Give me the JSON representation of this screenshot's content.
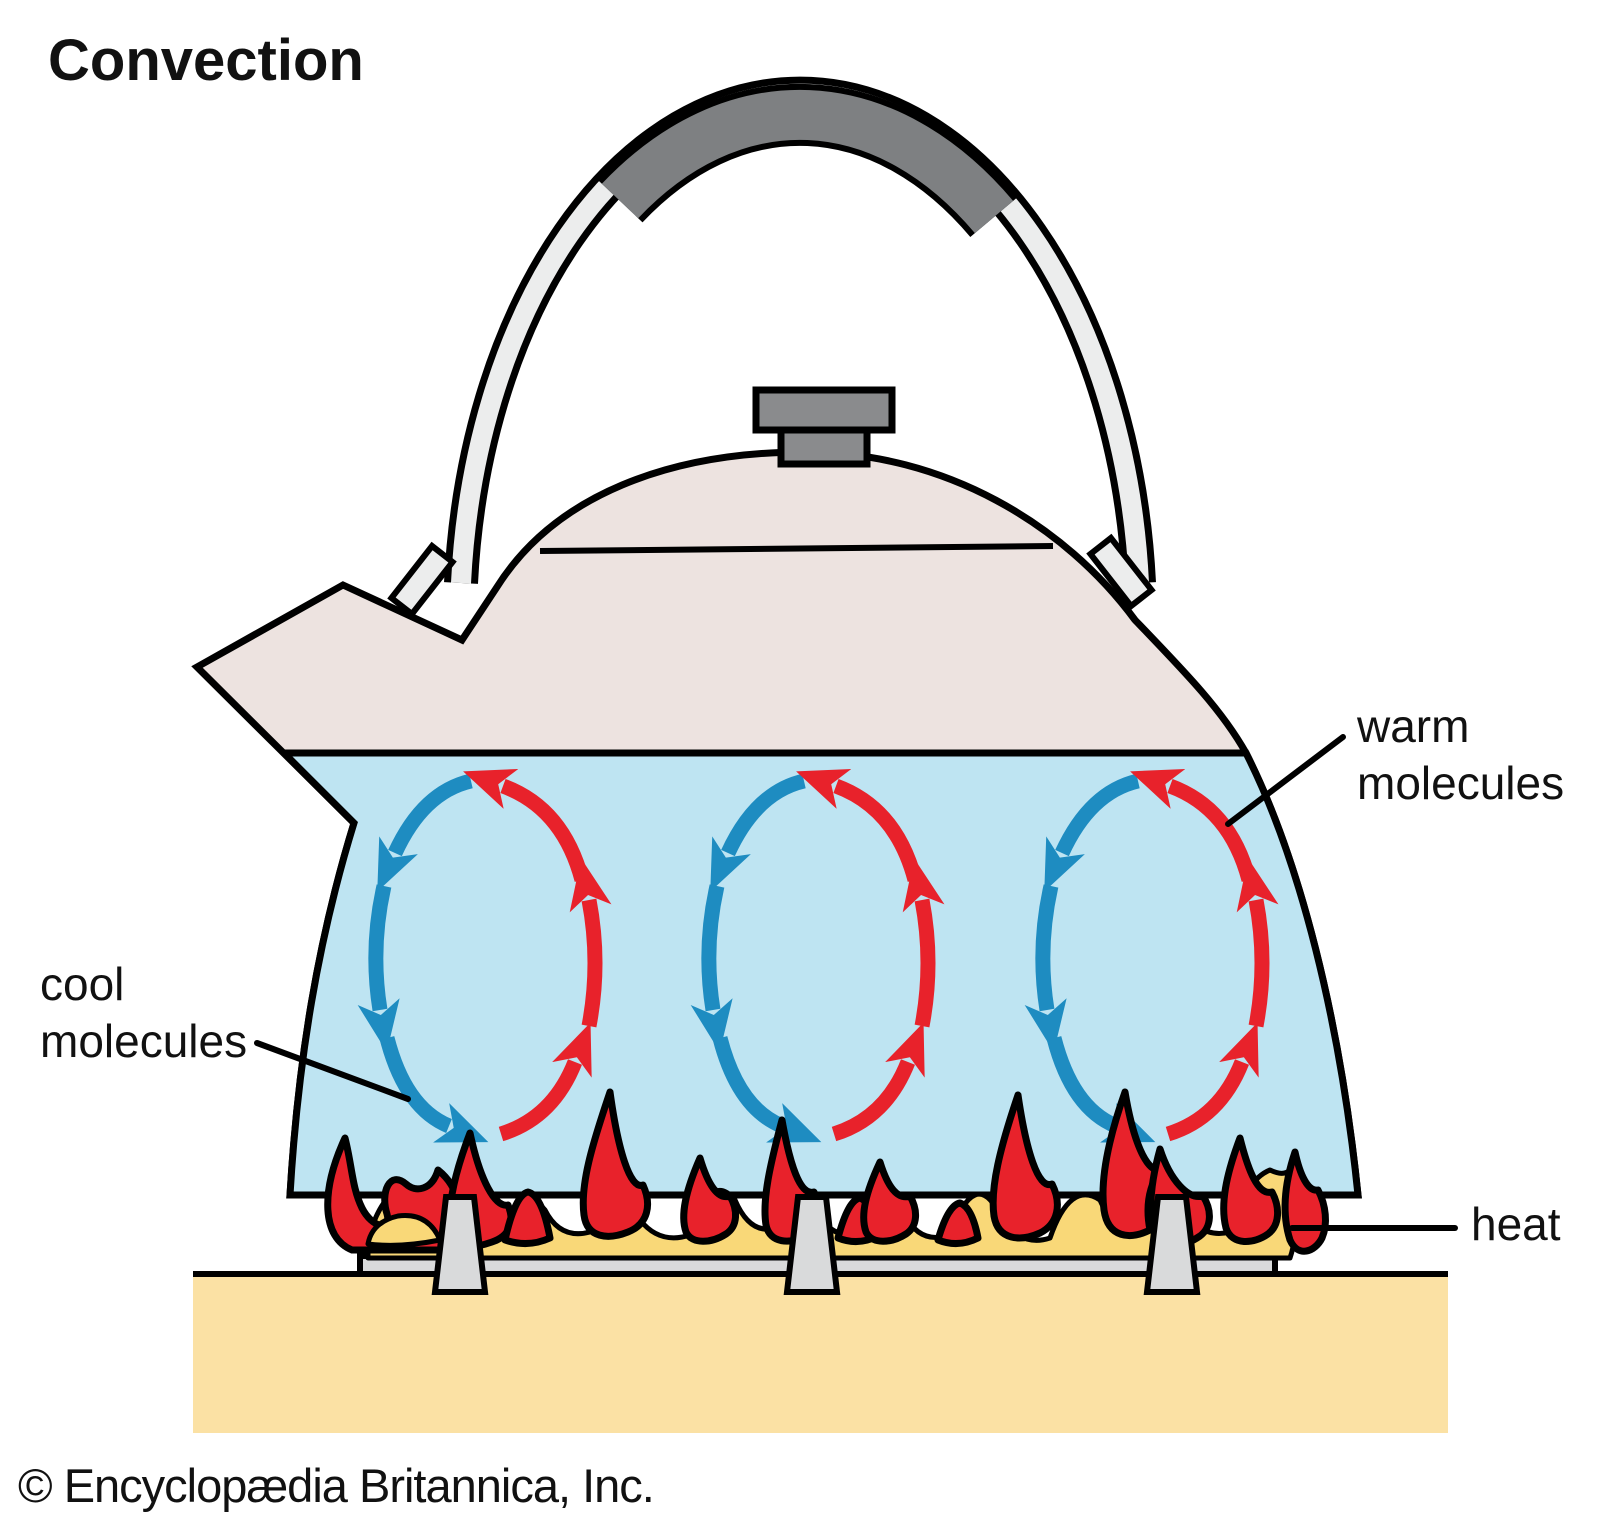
{
  "title": "Convection",
  "labels": {
    "warm_line1": "warm",
    "warm_line2": "molecules",
    "cool_line1": "cool",
    "cool_line2": "molecules",
    "heat": "heat"
  },
  "copyright": "© Encyclopædia Britannica, Inc.",
  "diagram": {
    "type": "convection-in-kettle",
    "convection_cells": 3,
    "cool_molecule_flow": "down",
    "warm_molecule_flow": "up"
  },
  "colors": {
    "water": "#BEE4F2",
    "kettle_body": "#EDE3E0",
    "cool_arrow": "#1E8CC1",
    "warm_arrow": "#E8222B",
    "flame_red": "#E8222B",
    "flame_yellow": "#F9D878",
    "countertop": "#FBE1A4",
    "handle_light": "#ECEDED",
    "grip_dark": "#7E8082",
    "knob_gray": "#8A8B8D",
    "burner_gray": "#D9DADB",
    "outline": "#000000"
  }
}
